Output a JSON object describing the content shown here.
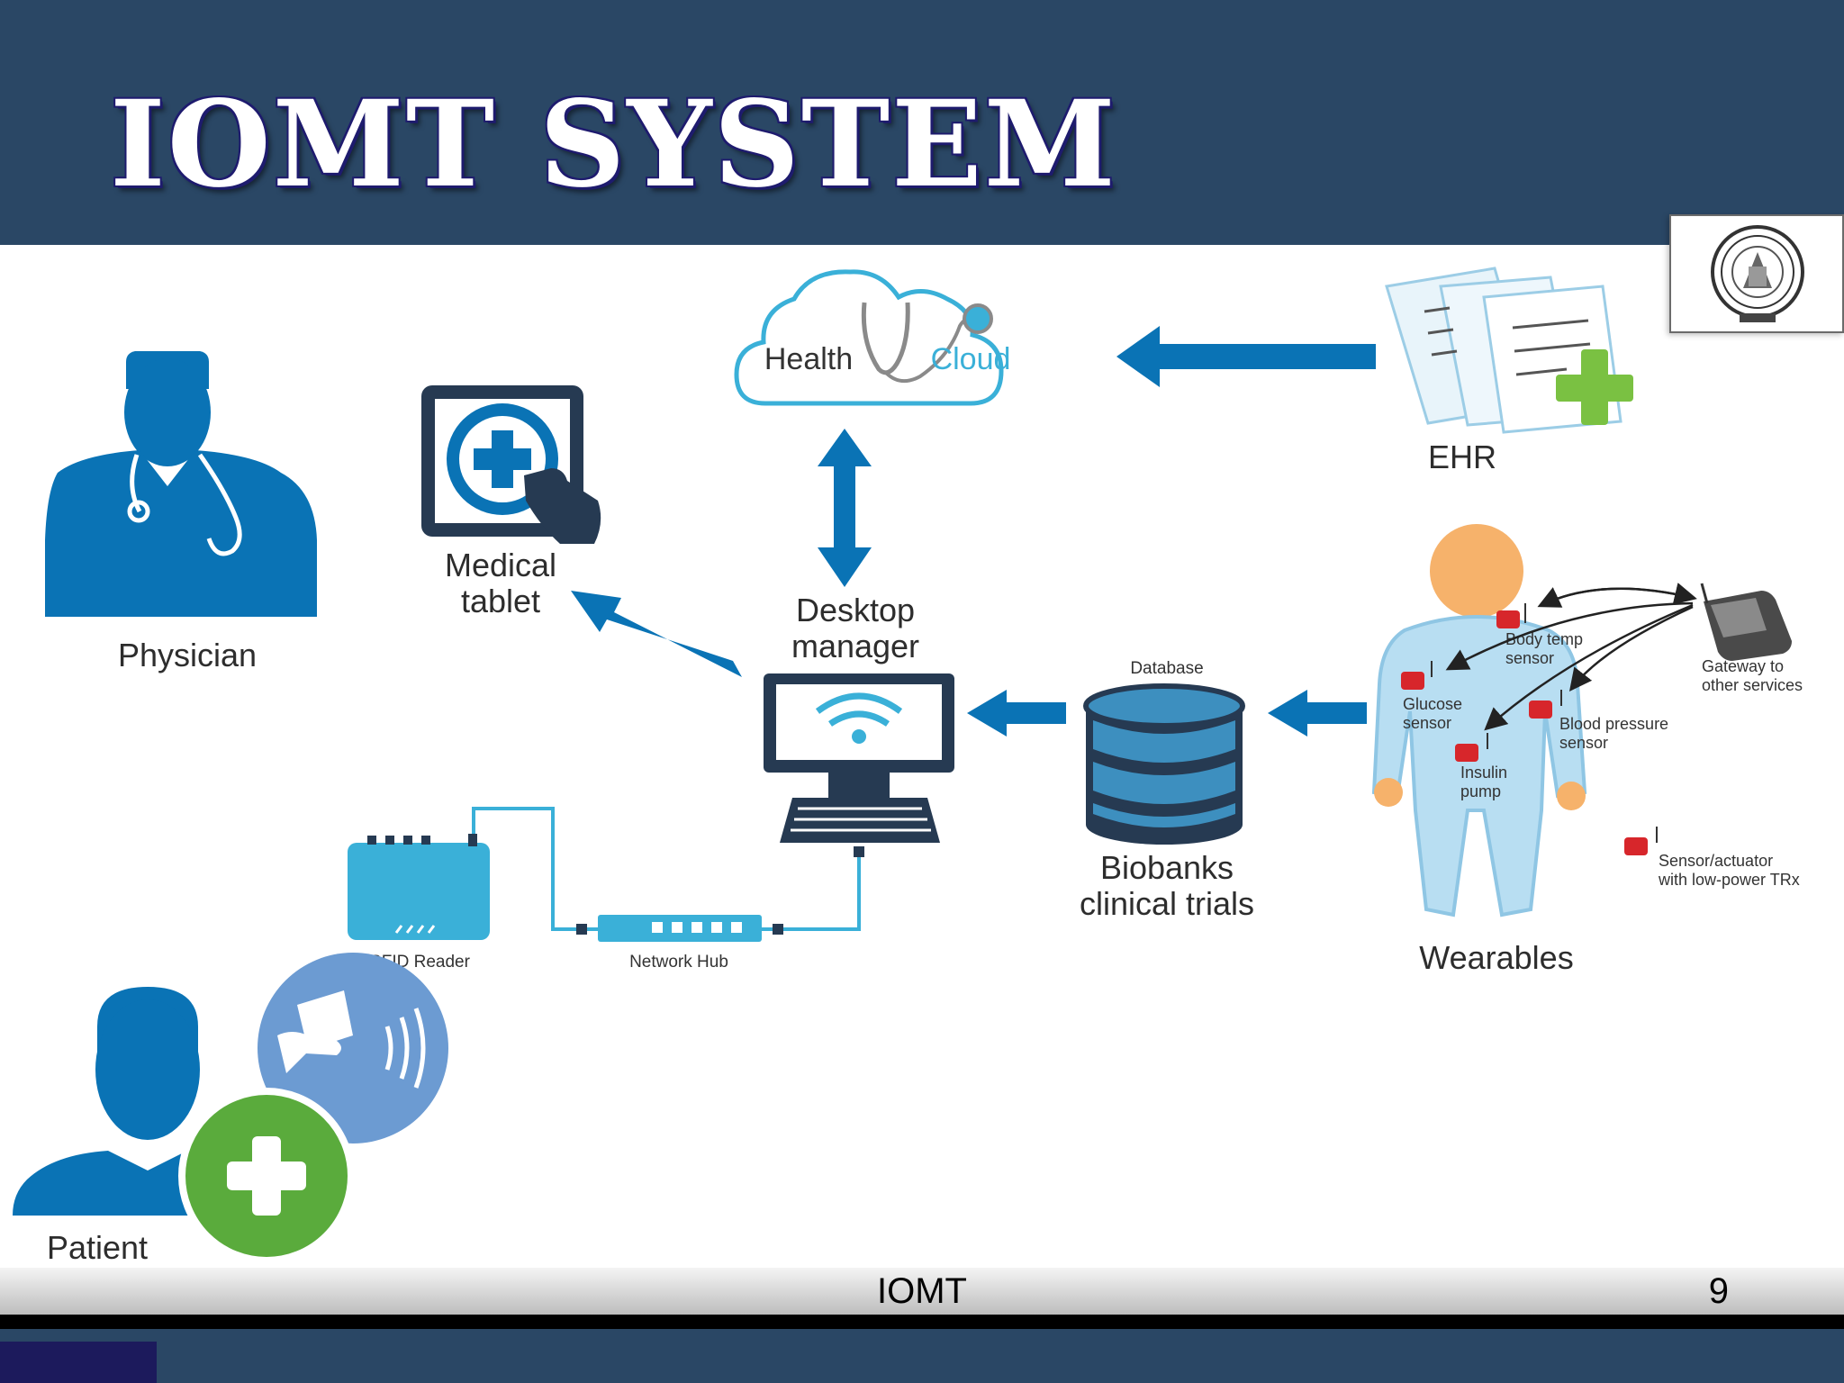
{
  "slide": {
    "title": "IOMT SYSTEM"
  },
  "nodes": {
    "physician": "Physician",
    "medical_tablet_line1": "Medical",
    "medical_tablet_line2": "tablet",
    "health_cloud_word1": "Health",
    "health_cloud_word2": "Cloud",
    "ehr": "EHR",
    "desktop_manager_line1": "Desktop",
    "desktop_manager_line2": "manager",
    "database": "Database",
    "biobanks_line1": "Biobanks",
    "biobanks_line2": "clinical trials",
    "wearables": "Wearables",
    "rfid_reader": "RFID Reader",
    "network_hub": "Network Hub",
    "patient": "Patient"
  },
  "sensors": {
    "body_temp_line1": "Body temp",
    "body_temp_line2": "sensor",
    "glucose_line1": "Glucose",
    "glucose_line2": "sensor",
    "blood_pressure_line1": "Blood pressure",
    "blood_pressure_line2": "sensor",
    "insulin_line1": "Insulin",
    "insulin_line2": "pump",
    "gateway_line1": "Gateway to",
    "gateway_line2": "other services",
    "legend_line1": "Sensor/actuator",
    "legend_line2": "with low-power TRx"
  },
  "footer": {
    "text": "IOMT",
    "page_number": "9"
  },
  "colors": {
    "header_bg": "#2a4765",
    "primary_blue": "#0a73b5",
    "light_blue": "#3ab0d8",
    "green": "#5aab3c",
    "dark_navy": "#263a52",
    "sensor_red": "#d7262b"
  }
}
